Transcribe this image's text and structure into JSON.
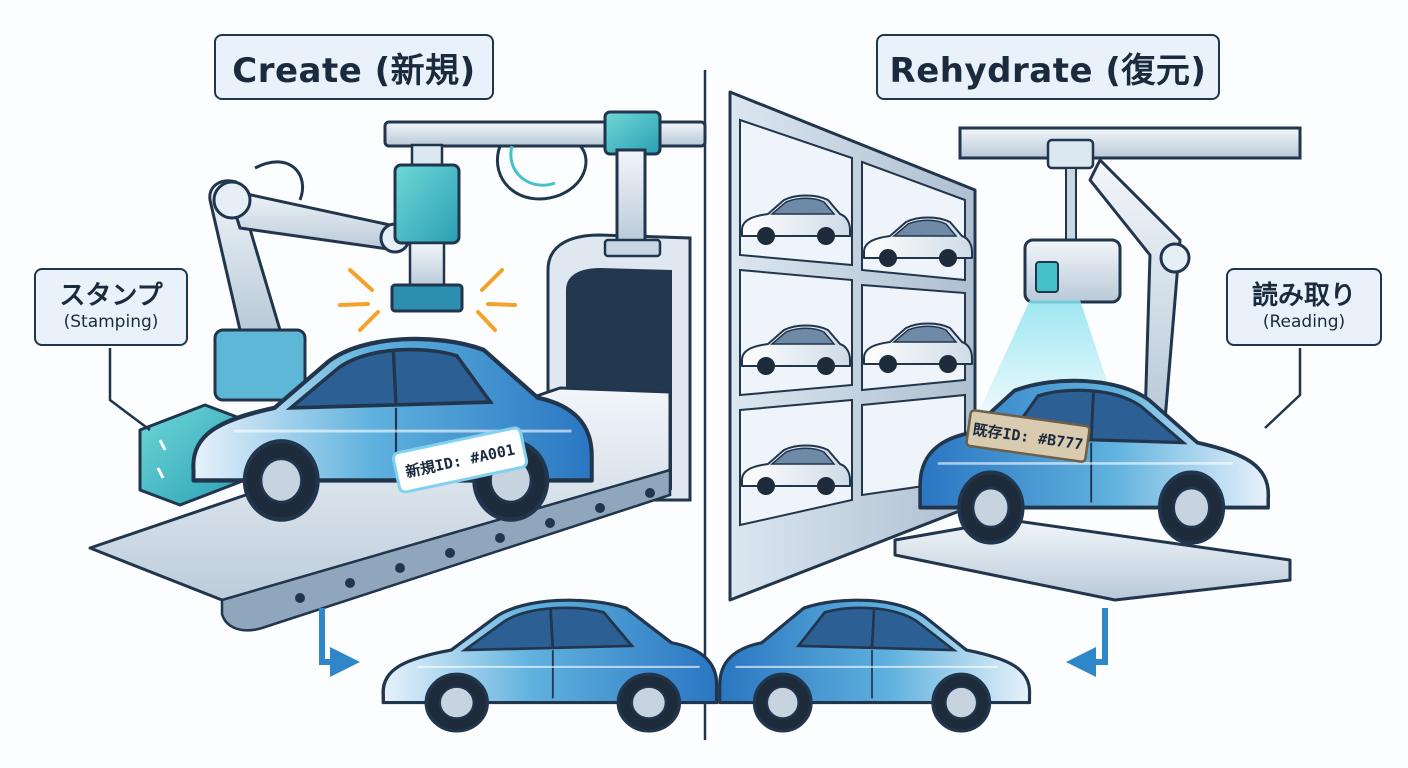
{
  "titles": {
    "create": "Create (新規)",
    "rehydrate": "Rehydrate (復元)"
  },
  "callouts": {
    "stamping": {
      "main": "スタンプ",
      "sub": "(Stamping)"
    },
    "reading": {
      "main": "読み取り",
      "sub": "(Reading)"
    }
  },
  "tags": {
    "new_id": "新規ID: #A001",
    "existing_id": "既存ID: #B777"
  },
  "colors": {
    "accent": "#2f86c9",
    "ink": "#21354d",
    "teal": "#45c1c9",
    "panel": "#e9f2fb"
  }
}
